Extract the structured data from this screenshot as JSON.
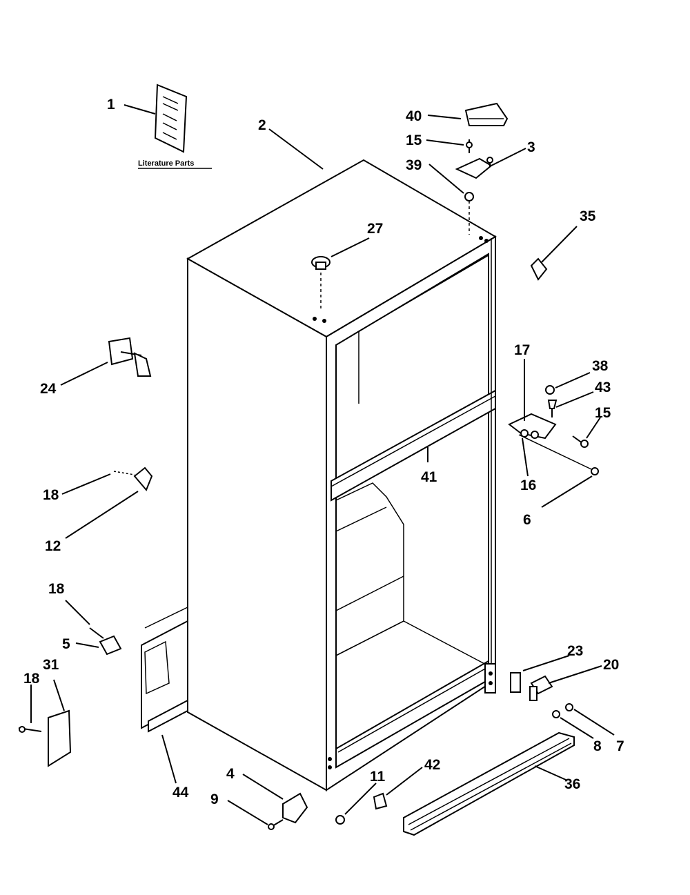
{
  "literature_caption": "Literature Parts",
  "callouts": [
    {
      "id": "c1",
      "label": "1"
    },
    {
      "id": "c2",
      "label": "2"
    },
    {
      "id": "c3",
      "label": "3"
    },
    {
      "id": "c4",
      "label": "4"
    },
    {
      "id": "c5",
      "label": "5"
    },
    {
      "id": "c6",
      "label": "6"
    },
    {
      "id": "c7",
      "label": "7"
    },
    {
      "id": "c8",
      "label": "8"
    },
    {
      "id": "c9",
      "label": "9"
    },
    {
      "id": "c11",
      "label": "11"
    },
    {
      "id": "c12",
      "label": "12"
    },
    {
      "id": "c15a",
      "label": "15"
    },
    {
      "id": "c15b",
      "label": "15"
    },
    {
      "id": "c16",
      "label": "16"
    },
    {
      "id": "c17",
      "label": "17"
    },
    {
      "id": "c18a",
      "label": "18"
    },
    {
      "id": "c18b",
      "label": "18"
    },
    {
      "id": "c18c",
      "label": "18"
    },
    {
      "id": "c20",
      "label": "20"
    },
    {
      "id": "c23",
      "label": "23"
    },
    {
      "id": "c24",
      "label": "24"
    },
    {
      "id": "c27",
      "label": "27"
    },
    {
      "id": "c31",
      "label": "31"
    },
    {
      "id": "c35",
      "label": "35"
    },
    {
      "id": "c36",
      "label": "36"
    },
    {
      "id": "c38",
      "label": "38"
    },
    {
      "id": "c39",
      "label": "39"
    },
    {
      "id": "c40",
      "label": "40"
    },
    {
      "id": "c41",
      "label": "41"
    },
    {
      "id": "c42",
      "label": "42"
    },
    {
      "id": "c43",
      "label": "43"
    },
    {
      "id": "c44",
      "label": "44"
    }
  ]
}
